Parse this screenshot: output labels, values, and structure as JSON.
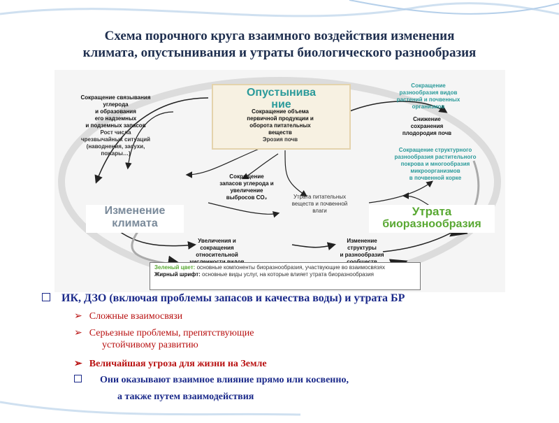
{
  "title": {
    "line1": "Схема порочного круга взаимного воздействия изменения",
    "line2": "климата, опустынивания и утраты биологического разнообразия"
  },
  "diagram": {
    "desert_box": {
      "line1": "Опустынива",
      "line2": "ние"
    },
    "climate_box": {
      "line1": "Изменение",
      "line2": "климата"
    },
    "bio_box": {
      "line1": "Утрата",
      "line2": "биоразнообразия"
    },
    "texts": {
      "left_top": [
        "Сокращение связывания",
        "углерода",
        "и образования",
        "его надземных",
        "и подземных запасов"
      ],
      "left_growth": [
        "Рост числа",
        "чрезвычайных ситуаций",
        "(наводнения, засухи,",
        "пожары…)"
      ],
      "center_top": [
        "Сокращение объема",
        "первичной продукции и",
        "оборота питательных",
        "веществ",
        "Эрозия почв"
      ],
      "right_top": [
        "Сокращение",
        "разнообразия видов",
        "растений и почвенных",
        "организмов"
      ],
      "right_mid": [
        "Снижение",
        "сохранения",
        "плодородия почв"
      ],
      "right_struct": [
        "Сокращение структурного",
        "разнообразия растительного",
        "покрова и многообразия",
        "микроорганизмов",
        "в почвенной корке"
      ],
      "center_carbon": [
        "Сокращение",
        "запасов углерода и",
        "увеличение",
        "выбросов CO₂"
      ],
      "center_nutrients": [
        "Утрата питательных",
        "веществ и почвенной",
        "влаги"
      ],
      "bottom_left": [
        "Увеличения и",
        "сокращения",
        "относительной",
        "численности видов"
      ],
      "bottom_right": [
        "Изменение",
        "структуры",
        "и разнообразия",
        "сообществ"
      ]
    },
    "legend": {
      "green_label": "Зеленый цвет:",
      "green_text": "основные компоненты биоразнообразия, участвующие во взаимосвязях",
      "bold_label": "Жирный шрифт:",
      "bold_text": "основные виды услуг, на которые влияет утрата биоразнообразия"
    }
  },
  "bullets": {
    "main": "ИК, ДЗО (включая проблемы запасов и качества воды) и утрата БР",
    "sub1": "Сложные взаимосвязи",
    "sub2_line1": "Серьезные проблемы, препятствующие",
    "sub2_line2": "устойчивому развитию",
    "sub3": "Величайшая угроза для жизни на Земле",
    "last_line1": "Они оказывают взаимное влияние прямо или косвенно,",
    "last_line2": "а также путем взаимодействия"
  },
  "colors": {
    "title": "#1f2f4f",
    "bullet_blue": "#1b2a8a",
    "sub_red": "#b81010",
    "green": "#58a832",
    "teal": "#2a9a9a",
    "gray": "#8a8a8a"
  }
}
